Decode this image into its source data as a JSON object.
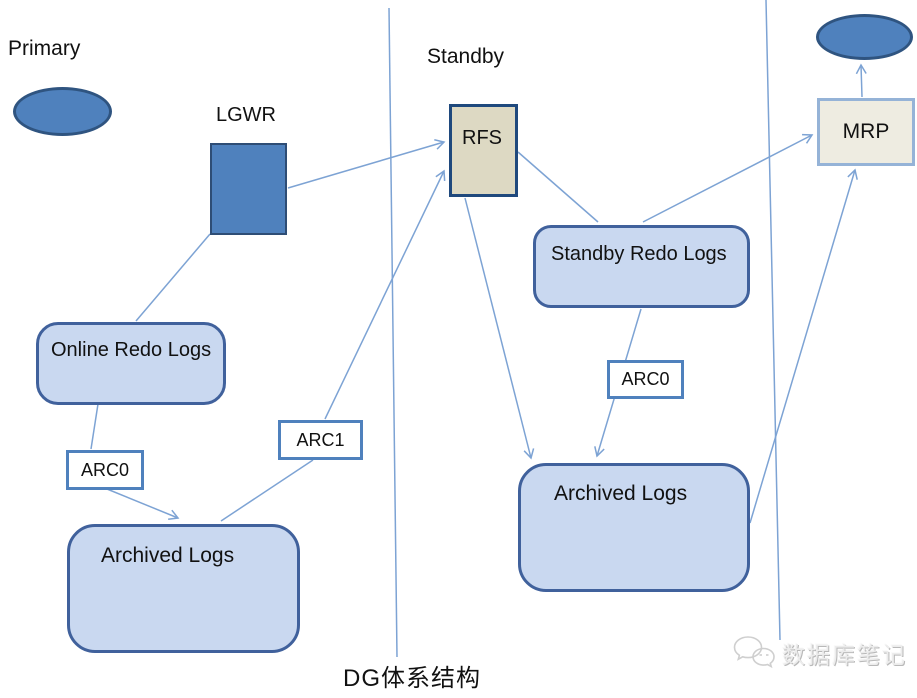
{
  "diagram": {
    "caption": "DG体系结构",
    "watermark_text": "数据库笔记",
    "primary": {
      "section_label": "Primary",
      "lgwr_label": "LGWR",
      "online_redo_logs": "Online Redo Logs",
      "arc0": "ARC0",
      "arc1": "ARC1",
      "archived_logs": "Archived Logs"
    },
    "standby": {
      "section_label": "Standby",
      "rfs": "RFS",
      "mrp": "MRP",
      "standby_redo_logs": "Standby Redo Logs",
      "arc0": "ARC0",
      "archived_logs": "Archived Logs"
    },
    "colors": {
      "process_blue_fill": "#4f81bd",
      "process_blue_border": "#2f5480",
      "log_box_fill": "#c9d8f0",
      "log_box_border": "#40619c",
      "rfs_fill": "#ddd9c3",
      "rfs_border": "#1f497d",
      "mrp_fill": "#eeece1",
      "mrp_border": "#95b3d7",
      "arc_box_border": "#4f81bd",
      "connector": "#7da3d4",
      "watermark_gray": "#cfcfcf"
    }
  }
}
